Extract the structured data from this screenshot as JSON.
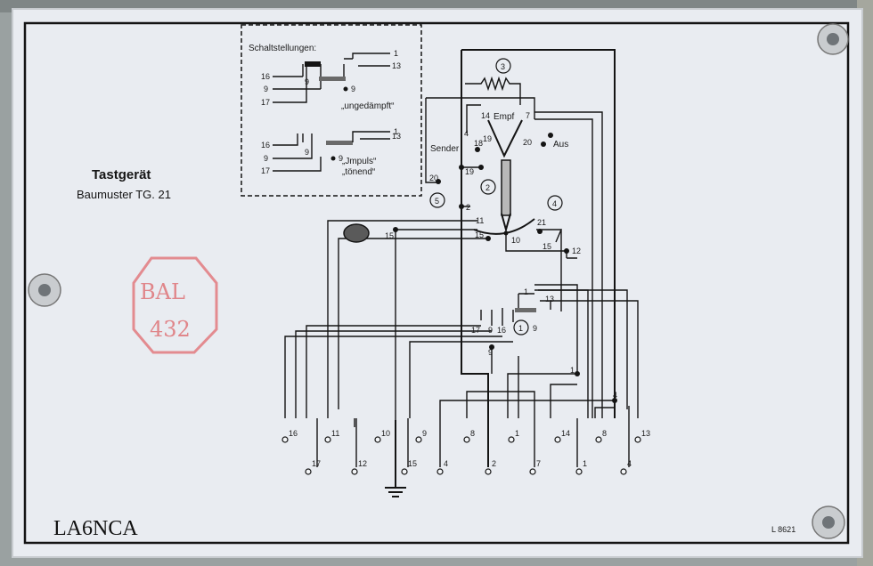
{
  "plate": {
    "title": "Tastgerät",
    "subtitle": "Baumuster  TG. 21",
    "part_number": "L 8621",
    "watermark": "LA6NCA",
    "stamp": "BAL 432"
  },
  "legend": {
    "heading": "Schaltstellungen:",
    "top_block": {
      "terminals_left": [
        "16",
        "9",
        "17"
      ],
      "terminal_mid": "9",
      "terminals_right": [
        "1",
        "13"
      ],
      "label": "„ungedämpft“"
    },
    "bottom_block": {
      "terminals_left": [
        "16",
        "9",
        "17"
      ],
      "terminal_mid": "9",
      "terminals_right": [
        "1",
        "13"
      ],
      "label_line1": "„Jmpuls“",
      "label_line2": "„tönend“"
    }
  },
  "components": {
    "c1": "1",
    "c2": "2",
    "c3": "3",
    "c4": "4",
    "c5": "5"
  },
  "contact_labels": {
    "sender": "Sender",
    "empf": "Empf",
    "aus": "Aus",
    "n4": "4",
    "n14": "14",
    "n7": "7",
    "n18": "18",
    "n19a": "19",
    "n20a": "20",
    "n20b": "20",
    "n19b": "19",
    "n2": "2",
    "n11": "11",
    "n15a": "15",
    "n10a": "10",
    "n21": "21",
    "n15b": "15",
    "n12": "12",
    "n15c": "15"
  },
  "switch1_labels": {
    "s17": "17",
    "s9a": "9",
    "s16": "16",
    "s9b": "9",
    "s1": "1",
    "s13": "13",
    "s9c": "9",
    "s1b": "1",
    "s4": "4"
  },
  "bottom_terminals": {
    "row_upper": [
      "16",
      "11",
      "10",
      "9",
      "8",
      "1",
      "14",
      "8",
      "13"
    ],
    "row_lower": [
      "17",
      "12",
      "15",
      "4",
      "2",
      "7",
      "1",
      "4"
    ]
  }
}
